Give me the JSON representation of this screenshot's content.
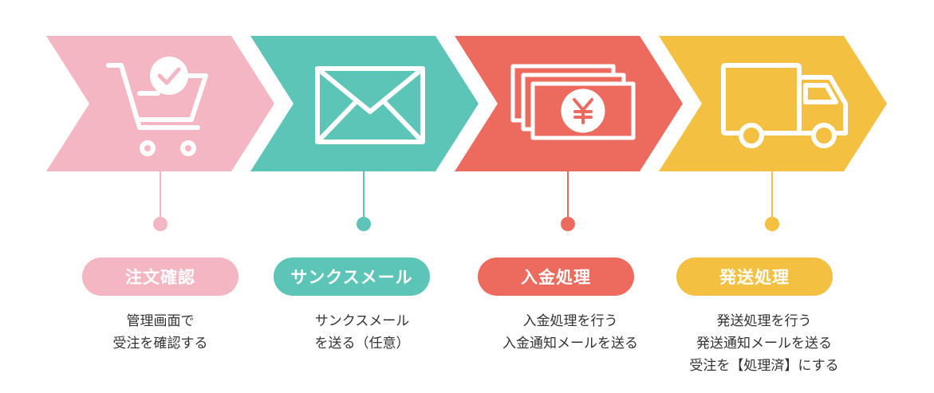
{
  "colors": {
    "pink": "#f4b6c2",
    "teal": "#5cc5b7",
    "red": "#ec6b5e",
    "yellow": "#f3c042",
    "text": "#333333"
  },
  "steps": [
    {
      "icon": "shopping-cart-check-icon",
      "color": "#f4b6c2",
      "label": "注文確認",
      "lines": [
        "管理画面で",
        "受注を確認する"
      ]
    },
    {
      "icon": "envelope-icon",
      "color": "#5cc5b7",
      "label": "サンクスメール",
      "lines": [
        "サンクスメール",
        "を送る（任意）"
      ]
    },
    {
      "icon": "yen-bills-icon",
      "color": "#ec6b5e",
      "label": "入金処理",
      "lines": [
        "入金処理を行う",
        "入金通知メールを送る"
      ]
    },
    {
      "icon": "delivery-truck-icon",
      "color": "#f3c042",
      "label": "発送処理",
      "lines": [
        "発送処理を行う",
        "発送通知メールを送る",
        "受注を【処理済】にする"
      ]
    }
  ]
}
